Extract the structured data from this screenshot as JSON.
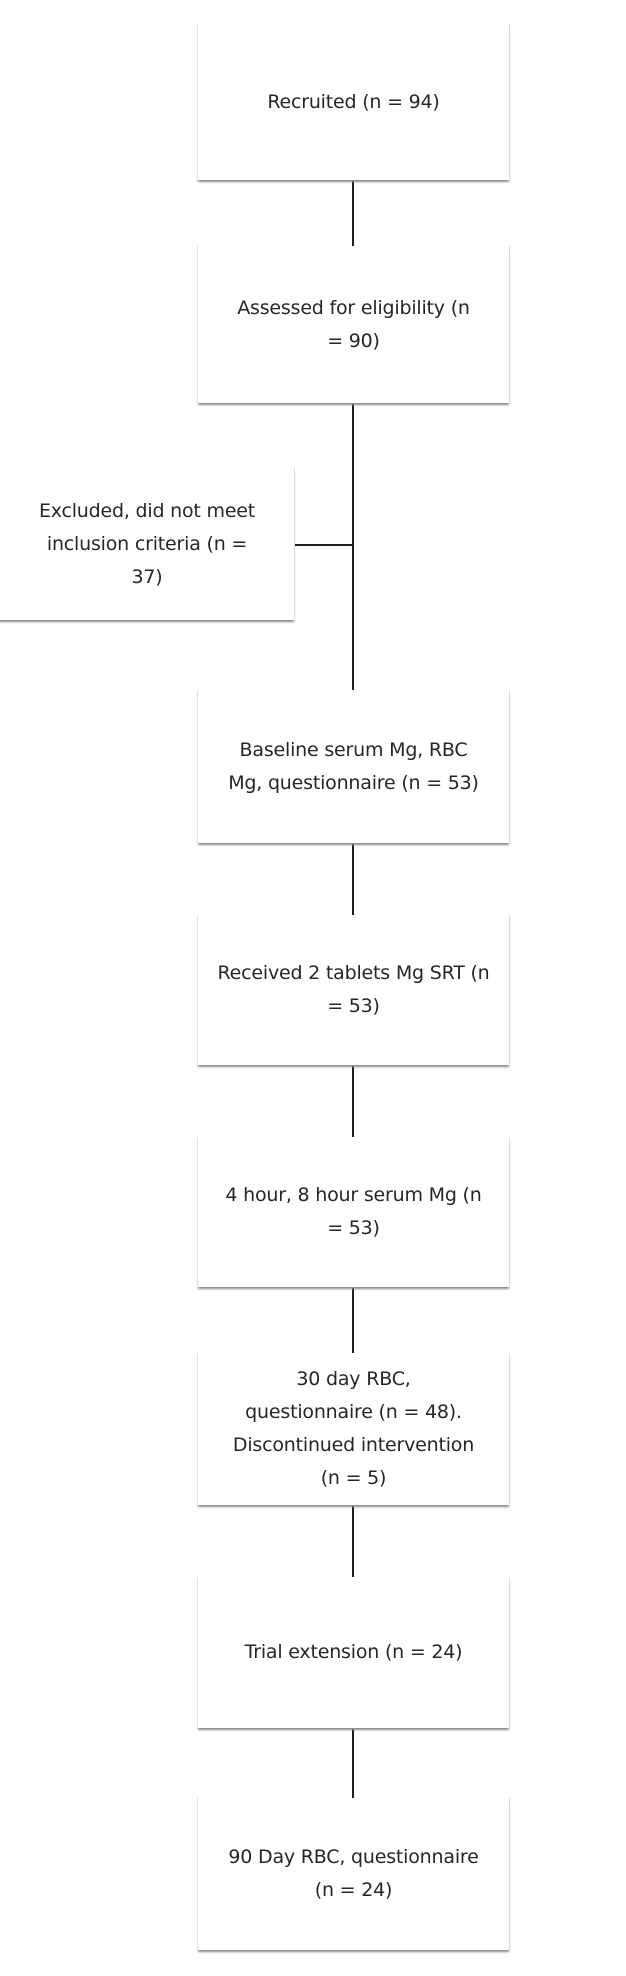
{
  "flowchart": {
    "steps": [
      {
        "label": "Recruited (n = 94)",
        "n": 94
      },
      {
        "label": "Assessed for eligibility (n = 90)",
        "n": 90
      },
      {
        "label": "Baseline serum Mg, RBC Mg, questionnaire (n = 53)",
        "n": 53
      },
      {
        "label": "Received 2 tablets Mg SRT (n = 53)",
        "n": 53
      },
      {
        "label": "4 hour, 8 hour serum Mg (n = 53)",
        "n": 53
      },
      {
        "label": "30 day RBC, questionnaire (n = 48). Discontinued intervention (n = 5)",
        "n": 48,
        "discontinued": 5
      },
      {
        "label": "Trial extension (n = 24)",
        "n": 24
      },
      {
        "label": "90 Day RBC, questionnaire (n = 24)",
        "n": 24
      }
    ],
    "excluded": {
      "label": "Excluded, did not meet inclusion criteria (n = 37)",
      "n": 37
    }
  },
  "colors": {
    "text": "#262626",
    "connector": "#1e1e1e",
    "box_fill": "#ffffff",
    "shadow": "#8a8a8a"
  }
}
